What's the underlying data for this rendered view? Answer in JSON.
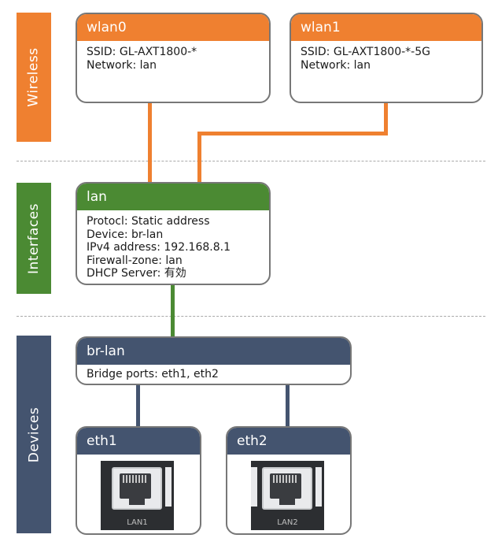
{
  "bands": {
    "wireless": {
      "label": "Wireless",
      "color": "#ef8030"
    },
    "interfaces": {
      "label": "Interfaces",
      "color": "#4b8a33"
    },
    "devices": {
      "label": "Devices",
      "color": "#44546f"
    }
  },
  "wireless": {
    "wlan0": {
      "title": "wlan0",
      "ssid": "SSID: GL-AXT1800-*",
      "network": "Network: lan"
    },
    "wlan1": {
      "title": "wlan1",
      "ssid": "SSID: GL-AXT1800-*-5G",
      "network": "Network: lan"
    }
  },
  "interfaces": {
    "lan": {
      "title": "lan",
      "lines": [
        "Protocl: Static address",
        "Device: br-lan",
        "IPv4 address: 192.168.8.1",
        "Firewall-zone: lan",
        "DHCP Server: 有効"
      ]
    }
  },
  "devices": {
    "bridge": {
      "title": "br-lan",
      "ports": "Bridge ports: eth1, eth2"
    },
    "eth1": {
      "title": "eth1",
      "port_label": "LAN1"
    },
    "eth2": {
      "title": "eth2",
      "port_label": "LAN2"
    }
  }
}
